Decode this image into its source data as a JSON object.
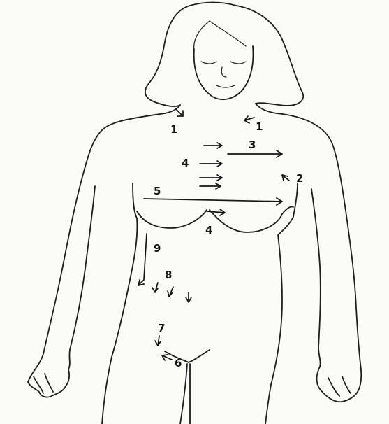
{
  "labels": {
    "l1a": "1",
    "l1b": "1",
    "l2": "2",
    "l3": "3",
    "l4a": "4",
    "l4b": "4",
    "l5": "5",
    "l6": "6",
    "l7": "7",
    "l8": "8",
    "l9": "9"
  },
  "colors": {
    "ink": "#1e1e1e",
    "paper": "#fbfbf9"
  }
}
